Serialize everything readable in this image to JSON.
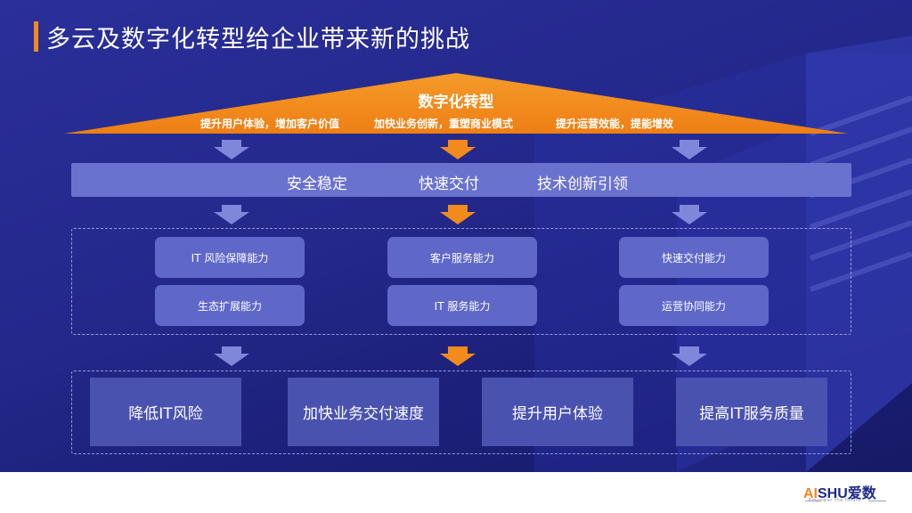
{
  "title": "多云及数字化转型给企业带来新的挑战",
  "roof": {
    "title": "数字化转型",
    "items": [
      "提升用户体验，增加客户价值",
      "加快业务创新，重塑商业模式",
      "提升运营效能，提能增效"
    ]
  },
  "band": {
    "items": [
      "安全稳定",
      "快速交付",
      "技术创新引领"
    ]
  },
  "capabilities": {
    "left": [
      "IT 风险保障能力",
      "生态扩展能力"
    ],
    "middle": [
      "客户服务能力",
      "IT 服务能力"
    ],
    "right": [
      "快速交付能力",
      "运营协同能力"
    ]
  },
  "goals": [
    "降低IT风险",
    "加快业务交付速度",
    "提升用户体验",
    "提高IT服务质量"
  ],
  "footer": {
    "logo_accent": "AI",
    "logo_main": "SHU爱数",
    "tagline": "Empower the future"
  },
  "colors": {
    "accent": "#f28a1c",
    "background": "#23288a",
    "band": "#6a72cf",
    "capability_box": "#5f68c8",
    "goal_box": "#4a52b0",
    "arrow_blue": "#7f87da"
  }
}
